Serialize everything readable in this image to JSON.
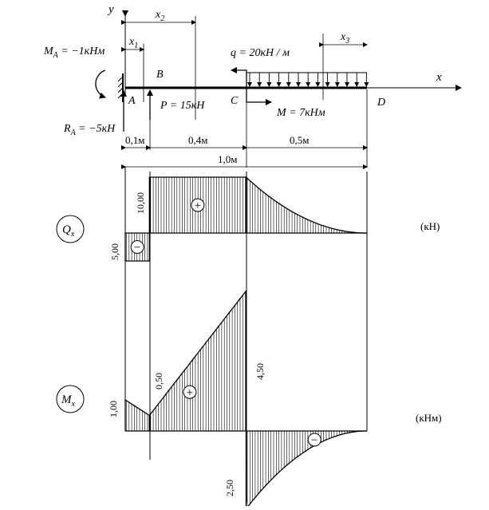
{
  "beam": {
    "axis_x": "x",
    "axis_y": "y",
    "dims_top": {
      "x1": "x",
      "x1_sub": "1",
      "x2": "x",
      "x2_sub": "2",
      "x3": "x",
      "x3_sub": "3"
    },
    "points": {
      "A": "A",
      "B": "B",
      "C": "C",
      "D": "D"
    },
    "labels": {
      "MA": "M",
      "MA_sub": "A",
      "MA_value": " = −1кНм",
      "RA": "R",
      "RA_sub": "A",
      "RA_value": " = −5кН",
      "P": "P = 15кН",
      "q": "q = 20кН / м",
      "M": "M = 7кНм"
    },
    "dims_bottom": {
      "d1": "0,1м",
      "d2": "0,4м",
      "d3": "0,5м",
      "total": "1,0м"
    }
  },
  "chart_data": [
    {
      "type": "area",
      "name_symbol": "Q",
      "name_sub": "x",
      "unit": "(кН)",
      "x": [
        0,
        0.1,
        0.1,
        0.5,
        0.5,
        1.0
      ],
      "y": [
        -5,
        -5,
        10,
        10,
        10,
        0
      ],
      "segments": [
        {
          "x0": 0,
          "x1": 0.1,
          "shape": "const",
          "v0": -5,
          "v1": -5,
          "sign": "−",
          "label": "5,00"
        },
        {
          "x0": 0.1,
          "x1": 0.5,
          "shape": "const",
          "v0": 10,
          "v1": 10,
          "sign": "+",
          "label": "10,00"
        },
        {
          "x0": 0.5,
          "x1": 1.0,
          "shape": "parabola",
          "v0": 10,
          "v1": 0,
          "sign": "",
          "label": ""
        }
      ]
    },
    {
      "type": "area",
      "name_symbol": "M",
      "name_sub": "x",
      "unit": "(кНм)",
      "segments": [
        {
          "x0": 0,
          "x1": 0.1,
          "shape": "linear",
          "v0": 1.0,
          "v1": 0.5,
          "sign": "",
          "label0": "1,00",
          "label1": "0,50"
        },
        {
          "x0": 0.1,
          "x1": 0.5,
          "shape": "linear",
          "v0": 0.5,
          "v1": 4.5,
          "sign": "+",
          "label1": "4,50"
        },
        {
          "x0": 0.5,
          "x1": 1.0,
          "shape": "parabola",
          "v0": -2.5,
          "v1": 0,
          "sign": "−",
          "label0": "2,50"
        }
      ]
    }
  ]
}
